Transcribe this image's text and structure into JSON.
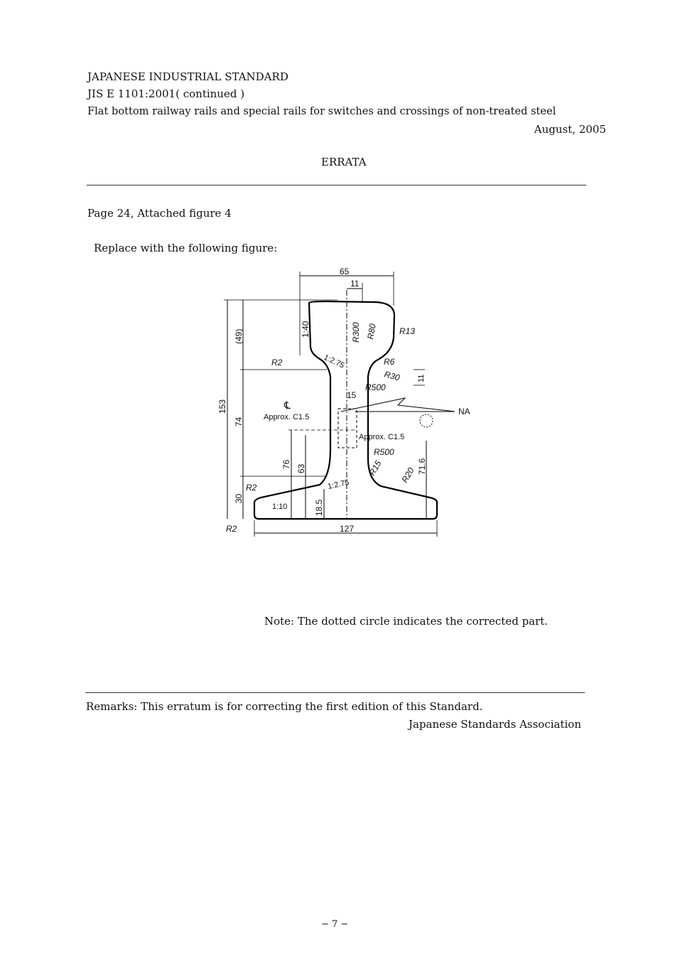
{
  "header": {
    "line1": "JAPANESE INDUSTRIAL STANDARD",
    "line2": "JIS E 1101:2001( continued )",
    "line3": "Flat bottom railway rails and special rails for switches and crossings of non-treated steel",
    "date": "August, 2005"
  },
  "title": "ERRATA",
  "location": "Page 24, Attached figure 4",
  "instruction": "Replace with the following figure:",
  "figure": {
    "dim_65": "65",
    "dim_11": "11",
    "dim_49": "(49)",
    "dim_153": "153",
    "dim_74": "74",
    "dim_30": "30",
    "dim_76": "76",
    "dim_63": "63",
    "dim_18_5": "18.5",
    "dim_127": "127",
    "dim_71_6": "71.6",
    "dim_11_right": "11",
    "dim_15": "15",
    "slope_1_40": "1:40",
    "slope_1_2_75_top": "1:2.75",
    "slope_1_2_75_bottom": "1:2.75",
    "slope_1_10": "1:10",
    "r2_top": "R2",
    "r2_mid": "R2",
    "r2_bottom": "R2",
    "r300": "R300",
    "r80": "R80",
    "r13": "R13",
    "r6": "R6",
    "r30": "R30",
    "r500_top": "R500",
    "r500_bottom": "R500",
    "r15": "R15",
    "r20": "R20",
    "approx_c15_left": "Approx. C1.5",
    "approx_c15_right": "Approx. C1.5",
    "centerline": "℄",
    "na": "NA"
  },
  "note": "Note: The dotted circle indicates the corrected part.",
  "remarks": "Remarks: This erratum is for correcting the first edition of this Standard.",
  "publisher": "Japanese Standards Association",
  "page_number": "− 7 −"
}
